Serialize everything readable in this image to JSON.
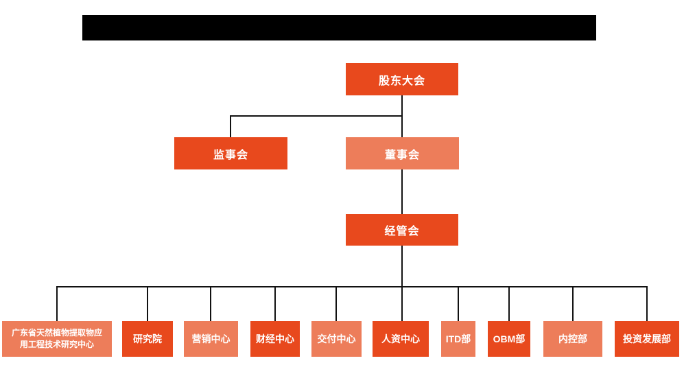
{
  "colors": {
    "primary": "#e8491d",
    "secondary": "#ed7d5a",
    "connector": "#111111",
    "redaction": "#000000",
    "node_text": "#ffffff",
    "background": "#ffffff"
  },
  "header": {
    "redacted_title": true
  },
  "org_chart": {
    "nodes": {
      "shareholders": {
        "label": "股东大会",
        "variant": "dark"
      },
      "supervisory": {
        "label": "监事会",
        "variant": "dark"
      },
      "board": {
        "label": "董事会",
        "variant": "light"
      },
      "management": {
        "label": "经管会",
        "variant": "dark"
      }
    },
    "departments": [
      {
        "label": "广东省天然植物提取物应\n用工程技术研究中心",
        "variant": "light"
      },
      {
        "label": "研究院",
        "variant": "dark"
      },
      {
        "label": "营销中心",
        "variant": "light"
      },
      {
        "label": "财经中心",
        "variant": "dark"
      },
      {
        "label": "交付中心",
        "variant": "light"
      },
      {
        "label": "人资中心",
        "variant": "dark"
      },
      {
        "label": "ITD部",
        "variant": "light"
      },
      {
        "label": "OBM部",
        "variant": "dark"
      },
      {
        "label": "内控部",
        "variant": "light"
      },
      {
        "label": "投资发展部",
        "variant": "dark"
      }
    ],
    "hierarchy": {
      "shareholders": [
        "supervisory",
        "board"
      ],
      "board": [
        "management"
      ],
      "management": [
        "all departments"
      ]
    }
  }
}
